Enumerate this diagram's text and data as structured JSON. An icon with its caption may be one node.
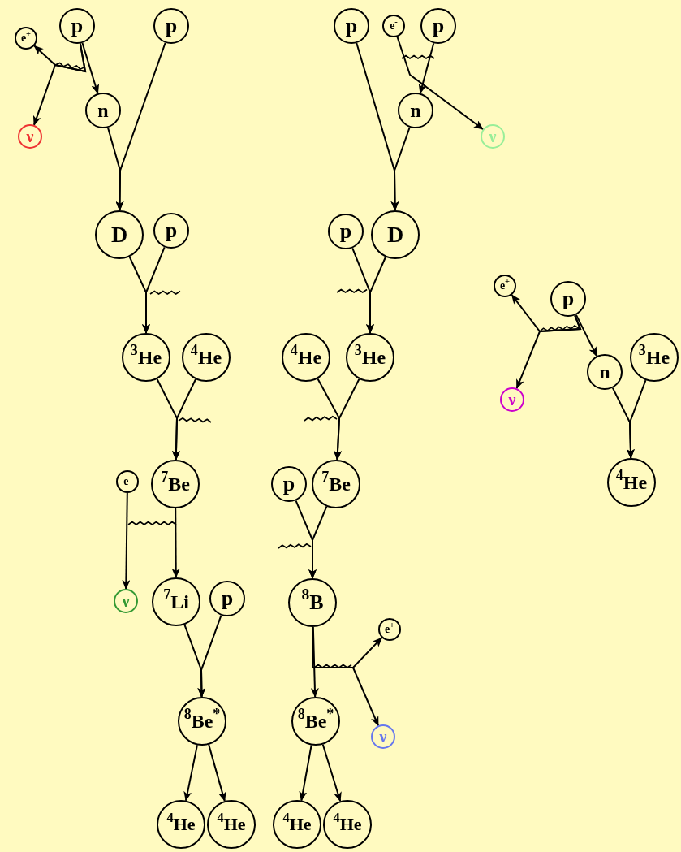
{
  "diagram": {
    "nodes": [
      {
        "text": [
          "e$^{+}$"
        ]
      },
      {
        "text": [
          "p"
        ]
      },
      {
        "text": [
          "p"
        ]
      },
      {
        "text": [
          "ν"
        ]
      },
      {
        "text": [
          "n"
        ]
      },
      {
        "text": [
          "D"
        ]
      },
      {
        "text": [
          "p"
        ]
      },
      {
        "text": [
          "$^{3}$He"
        ]
      },
      {
        "text": [
          "$^{4}$He"
        ]
      },
      {
        "text": [
          "e$^{-}$"
        ]
      },
      {
        "text": [
          "$^{7}$Be"
        ]
      },
      {
        "text": [
          "ν"
        ]
      },
      {
        "text": [
          "$^{7}$Li"
        ]
      },
      {
        "text": [
          "p"
        ]
      },
      {
        "text": [
          "$^{8}$Be$^{*}$"
        ]
      },
      {
        "text": [
          "$^{4}$He"
        ]
      },
      {
        "text": [
          "$^{4}$He"
        ]
      },
      {
        "text": [
          "p"
        ]
      },
      {
        "text": [
          "e$^{-}$"
        ]
      },
      {
        "text": [
          "p"
        ]
      },
      {
        "text": [
          "n"
        ]
      },
      {
        "text": [
          "ν"
        ]
      },
      {
        "text": [
          "p"
        ]
      },
      {
        "text": [
          "D"
        ]
      },
      {
        "text": [
          "$^{4}$He"
        ]
      },
      {
        "text": [
          "$^{3}$He"
        ]
      },
      {
        "text": [
          "p"
        ]
      },
      {
        "text": [
          "$^{7}$Be"
        ]
      },
      {
        "text": [
          "$^{8}$B"
        ]
      },
      {
        "text": [
          "e$^{+}$"
        ]
      },
      {
        "text": [
          "ν"
        ]
      },
      {
        "text": [
          "$^{8}$Be$^{*}$"
        ]
      },
      {
        "text": [
          "$^{4}$He"
        ]
      },
      {
        "text": [
          "$^{4}$He"
        ]
      },
      {
        "text": [
          "e$^{+}$"
        ]
      },
      {
        "text": [
          "p"
        ]
      },
      {
        "text": [
          "ν"
        ]
      },
      {
        "text": [
          "n"
        ]
      },
      {
        "text": [
          "$^{3}$He"
        ]
      },
      {
        "text": [
          "$^{4}$He"
        ]
      }
    ],
    "edges": [
      {
        "from": 1,
        "to": 4,
        "arrow": "to"
      },
      {
        "from": 1,
        "to": 0,
        "arrow": "to"
      },
      {
        "from": 1,
        "to": 3,
        "arrow": "to"
      },
      {
        "from": 4,
        "to": 5,
        "arrow": "to"
      },
      {
        "from": 2,
        "to": 5,
        "arrow": "to"
      },
      {
        "from": 5,
        "to": 7,
        "arrow": "to"
      },
      {
        "from": 6,
        "to": 7,
        "arrow": "to"
      },
      {
        "from": 7,
        "to": 10,
        "arrow": "to"
      },
      {
        "from": 8,
        "to": 10,
        "arrow": "to"
      },
      {
        "from": 9,
        "to": 11,
        "arrow": "to"
      },
      {
        "from": 10,
        "to": 12,
        "arrow": "to"
      },
      {
        "from": 12,
        "to": 14,
        "arrow": "to"
      },
      {
        "from": 13,
        "to": 14,
        "arrow": "to"
      },
      {
        "from": 14,
        "to": 15,
        "arrow": "to"
      },
      {
        "from": 14,
        "to": 16,
        "arrow": "to"
      },
      {
        "from": 19,
        "to": 20,
        "arrow": "to"
      },
      {
        "from": 18,
        "to": 21,
        "arrow": "to"
      },
      {
        "from": 17,
        "to": 23,
        "arrow": "to"
      },
      {
        "from": 20,
        "to": 23,
        "arrow": "to"
      },
      {
        "from": 22,
        "to": 25,
        "arrow": "to"
      },
      {
        "from": 23,
        "to": 25,
        "arrow": "to"
      },
      {
        "from": 24,
        "to": 27,
        "arrow": "to"
      },
      {
        "from": 25,
        "to": 27,
        "arrow": "to"
      },
      {
        "from": 26,
        "to": 28,
        "arrow": "to"
      },
      {
        "from": 27,
        "to": 28,
        "arrow": "to"
      },
      {
        "from": 28,
        "to": 31,
        "arrow": "to"
      },
      {
        "from": 28,
        "to": 29,
        "arrow": "to"
      },
      {
        "from": 28,
        "to": 30,
        "arrow": "to"
      },
      {
        "from": 31,
        "to": 32,
        "arrow": "to"
      },
      {
        "from": 31,
        "to": 33,
        "arrow": "to"
      },
      {
        "from": 35,
        "to": 37,
        "arrow": "to"
      },
      {
        "from": 35,
        "to": 34,
        "arrow": "to"
      },
      {
        "from": 35,
        "to": 36,
        "arrow": "to"
      },
      {
        "from": 37,
        "to": 39,
        "arrow": "to"
      },
      {
        "from": 38,
        "to": 39,
        "arrow": "to"
      }
    ]
  }
}
